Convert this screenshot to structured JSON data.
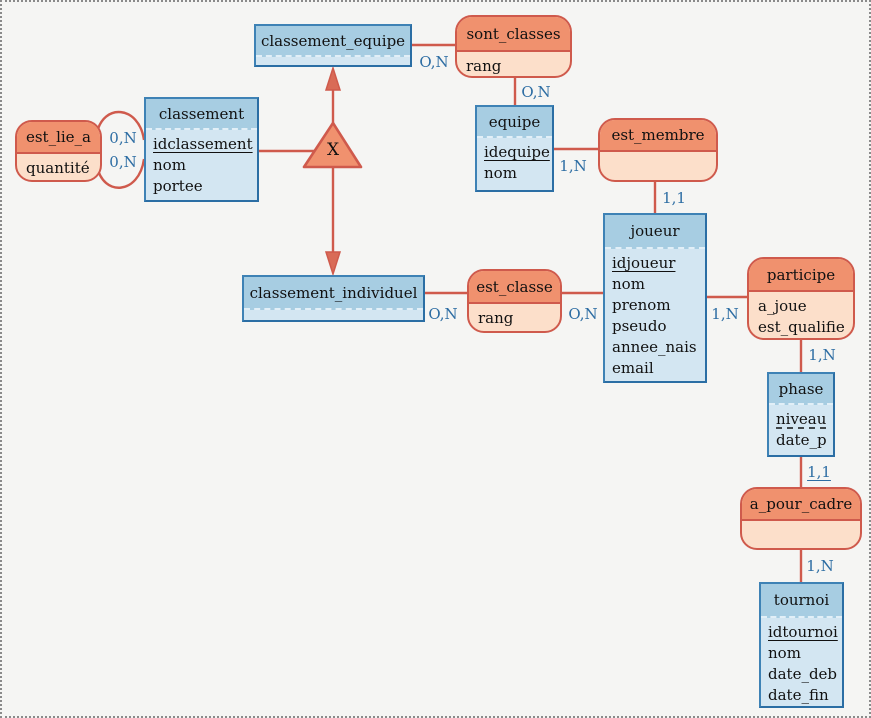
{
  "diagram": {
    "title": "Merise ER diagram - tournament/ranking model",
    "colors": {
      "background": "#f5f5f3",
      "frame": "#8a8a8a",
      "entity_border": "#3e82b5",
      "entity_header": "#a7cde2",
      "entity_body": "#d3e6f2",
      "assoc_border": "#cf5a4c",
      "assoc_header": "#f0916e",
      "assoc_body": "#fcdfca",
      "connector": "#cf5a4c",
      "cardinality_text": "#2d6da3"
    },
    "entities": {
      "classement_equipe": {
        "name": "classement_equipe",
        "attrs": []
      },
      "classement": {
        "name": "classement",
        "attrs": [
          "idclassement",
          "nom",
          "portee"
        ]
      },
      "equipe": {
        "name": "equipe",
        "attrs": [
          "idequipe",
          "nom"
        ]
      },
      "joueur": {
        "name": "joueur",
        "attrs": [
          "idjoueur",
          "nom",
          "prenom",
          "pseudo",
          "annee_nais",
          "email"
        ]
      },
      "classement_individuel": {
        "name": "classement_individuel",
        "attrs": []
      },
      "phase": {
        "name": "phase",
        "attrs": [
          "niveau",
          "date_p"
        ]
      },
      "tournoi": {
        "name": "tournoi",
        "attrs": [
          "idtournoi",
          "nom",
          "date_deb",
          "date_fin"
        ]
      }
    },
    "associations": {
      "est_lie_a": {
        "name": "est_lie_a",
        "attrs": [
          "quantité"
        ]
      },
      "sont_classes": {
        "name": "sont_classes",
        "attrs": [
          "rang"
        ]
      },
      "est_membre": {
        "name": "est_membre",
        "attrs": []
      },
      "est_classe": {
        "name": "est_classe",
        "attrs": [
          "rang"
        ]
      },
      "participe": {
        "name": "participe",
        "attrs": [
          "a_joue",
          "est_qualifie"
        ]
      },
      "a_pour_cadre": {
        "name": "a_pour_cadre",
        "attrs": []
      }
    },
    "specialization": {
      "label": "X"
    },
    "cardinalities": {
      "est_lie_a_classement_1": "0,N",
      "est_lie_a_classement_2": "0,N",
      "classement_equipe_sont_classes": "O,N",
      "sont_classes_equipe": "O,N",
      "equipe_est_membre": "1,N",
      "est_membre_joueur": "1,1",
      "classement_individuel_est_classe": "O,N",
      "est_classe_joueur": "O,N",
      "joueur_participe": "1,N",
      "participe_phase": "1,N",
      "phase_a_pour_cadre": "1,1",
      "a_pour_cadre_tournoi": "1,N"
    }
  }
}
